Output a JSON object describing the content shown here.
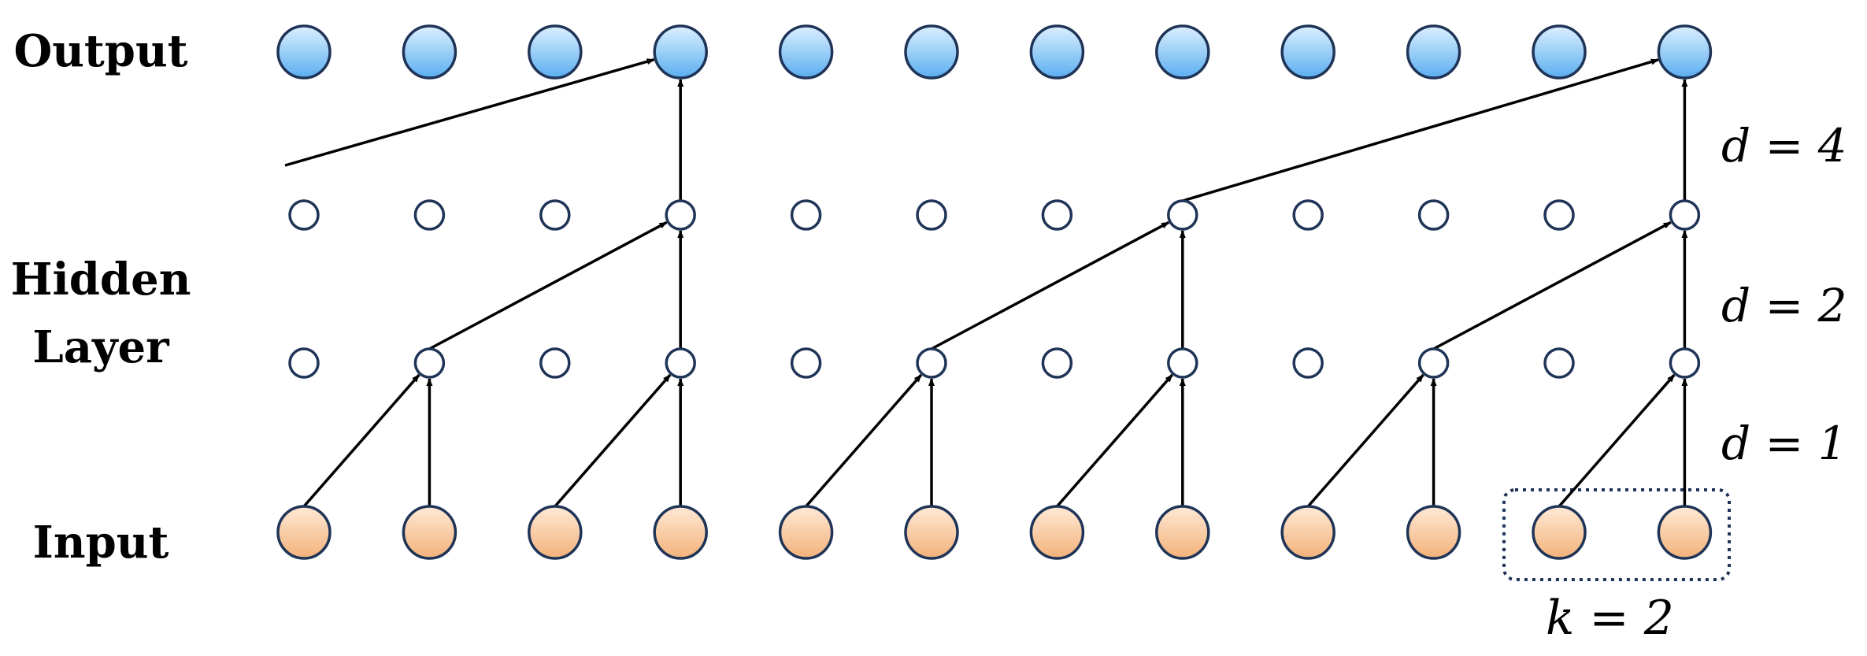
{
  "labels": {
    "output": "Output",
    "hidden_line1": "Hidden",
    "hidden_line2": "Layer",
    "input": "Input",
    "dilation_4": "d = 4",
    "dilation_2": "d = 2",
    "dilation_1": "d = 1",
    "kernel": "k = 2"
  },
  "colors": {
    "output_fill_top": "#dcefff",
    "output_fill_bottom": "#5aaef0",
    "input_fill_top": "#ffe9d6",
    "input_fill_bottom": "#f3b27a",
    "node_stroke": "#1f3457",
    "arrow": "#000000",
    "kernel_box": "#1f3457"
  },
  "network": {
    "nodes_per_layer": 12,
    "layers": [
      "input",
      "hidden1",
      "hidden2",
      "output"
    ],
    "dilations": [
      1,
      2,
      4
    ],
    "kernel_size": 2
  }
}
